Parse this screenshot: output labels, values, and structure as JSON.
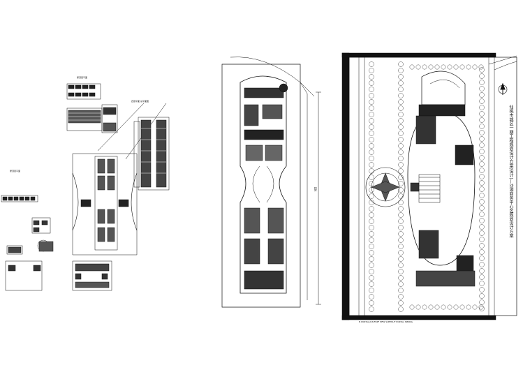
{
  "drawing": {
    "colors": {
      "line": "#111111",
      "fill_dark": "#1a1a1a",
      "paper": "#ffffff",
      "hatch": "#333333"
    },
    "left_panel": {
      "label_top": "屋顶层平面",
      "label_mid": "四层平面 总平面图",
      "label_left": "屋顶层平面"
    },
    "middle_panel": {
      "dimension_label": "DN"
    },
    "right_panel": {
      "vertical_title": "仙桃市城区一期工程规划设计方案(设计)—沙湖商务中心区规划设计方案",
      "bottom_caption": "N PORTAL JUN FRPF MFW SUBTRUT PORTAL SPRING",
      "north_symbol": "north-arrow"
    }
  }
}
